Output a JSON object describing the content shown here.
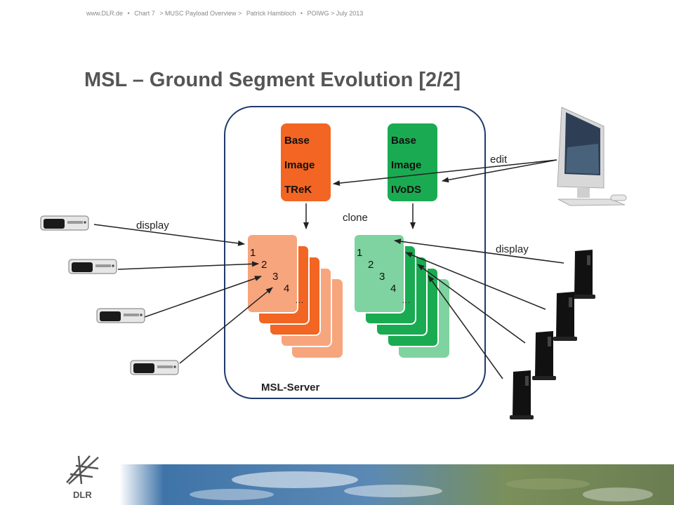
{
  "header": {
    "site": "www.DLR.de",
    "sep": "•",
    "chart": "Chart 7",
    "breadcrumb_1": "> MUSC Payload Overview >",
    "author": "Patrick Hambloch",
    "event": "POIWG > July 2013"
  },
  "title": "MSL – Ground Segment Evolution [2/2]",
  "server": {
    "label": "MSL-Server"
  },
  "base_trek": {
    "line1": "Base",
    "line2": "Image",
    "line3": "TReK",
    "color": "#f26522"
  },
  "base_ivods": {
    "line1": "Base",
    "line2": "Image",
    "line3": "IVoDS",
    "color": "#1aab52"
  },
  "labels": {
    "edit": "edit",
    "clone": "clone",
    "display_left": "display",
    "display_right": "display"
  },
  "stack_left": {
    "n1": "1",
    "n2": "2",
    "n3": "3",
    "n4": "4",
    "more": "…",
    "color": "#f26522",
    "light": "#f7a57d"
  },
  "stack_right": {
    "n1": "1",
    "n2": "2",
    "n3": "3",
    "n4": "4",
    "more": "…",
    "color": "#1aab52",
    "light": "#7fd3a0"
  },
  "logo": {
    "text": "DLR"
  },
  "colors": {
    "server_border": "#1f3a6b",
    "title": "#555555",
    "arrow": "#222222"
  }
}
